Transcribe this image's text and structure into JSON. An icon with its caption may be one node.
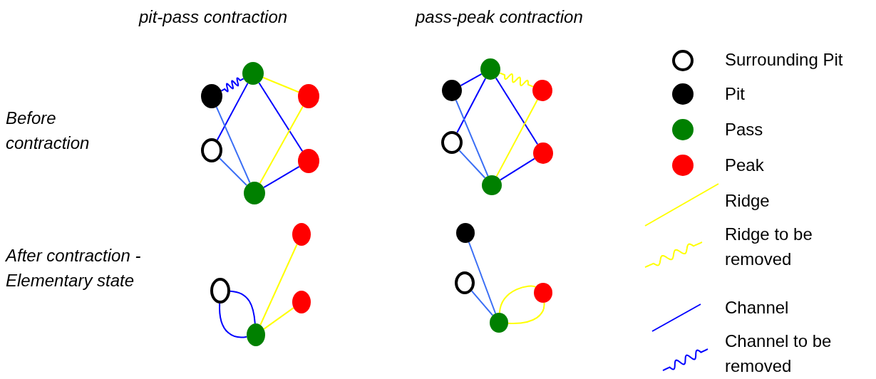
{
  "diagram": {
    "nodes": [
      {
        "text": [],
        "shape": "circle"
      },
      {
        "text": [],
        "shape": "circle"
      },
      {
        "text": [],
        "shape": "circle"
      },
      {
        "text": [],
        "shape": "circle"
      },
      {
        "text": [],
        "shape": "circle"
      },
      {
        "text": [],
        "shape": "circle"
      },
      {
        "text": [],
        "shape": "circle"
      },
      {
        "text": [],
        "shape": "circle"
      },
      {
        "text": [],
        "shape": "circle"
      },
      {
        "text": [],
        "shape": "circle"
      },
      {
        "text": [],
        "shape": "circle"
      },
      {
        "text": [],
        "shape": "circle"
      },
      {
        "text": [],
        "shape": "circle"
      },
      {
        "text": [],
        "shape": "circle"
      },
      {
        "text": [],
        "shape": "circle"
      },
      {
        "text": [],
        "shape": "circle"
      },
      {
        "text": [],
        "shape": "circle"
      },
      {
        "text": [],
        "shape": "circle"
      },
      {
        "text": [],
        "shape": "circle"
      },
      {
        "text": [],
        "shape": "circle"
      }
    ],
    "edges": [
      {
        "from": 1,
        "to": 0,
        "arrow": "none"
      },
      {
        "from": 0,
        "to": 2,
        "arrow": "none",
        "color": "#ffff00"
      },
      {
        "from": 0,
        "to": 3,
        "arrow": "none"
      },
      {
        "from": 0,
        "to": 4,
        "arrow": "none"
      },
      {
        "from": 1,
        "to": 5,
        "arrow": "none",
        "color": "#3a6ef5"
      },
      {
        "from": 3,
        "to": 5,
        "arrow": "none",
        "color": "#3a6ef5"
      },
      {
        "from": 2,
        "to": 5,
        "arrow": "none",
        "color": "#ffff00"
      },
      {
        "from": 4,
        "to": 5,
        "arrow": "none"
      },
      {
        "from": 7,
        "to": 6,
        "arrow": "none"
      },
      {
        "from": 6,
        "to": 8,
        "arrow": "none",
        "color": "#ffff00"
      },
      {
        "from": 6,
        "to": 9,
        "arrow": "none"
      },
      {
        "from": 6,
        "to": 10,
        "arrow": "none"
      },
      {
        "from": 7,
        "to": 11,
        "arrow": "none",
        "color": "#3a6ef5"
      },
      {
        "from": 9,
        "to": 11,
        "arrow": "none",
        "color": "#3a6ef5"
      },
      {
        "from": 8,
        "to": 11,
        "arrow": "none",
        "color": "#ffff00"
      },
      {
        "from": 10,
        "to": 11,
        "arrow": "none"
      },
      {
        "from": 13,
        "to": 15,
        "arrow": "none"
      },
      {
        "from": 13,
        "to": 15,
        "arrow": "none"
      },
      {
        "from": 15,
        "to": 12,
        "arrow": "none",
        "color": "#ffff00"
      },
      {
        "from": 15,
        "to": 14,
        "arrow": "none",
        "color": "#ffff00"
      },
      {
        "from": 16,
        "to": 19,
        "arrow": "none",
        "color": "#3a6ef5"
      },
      {
        "from": 17,
        "to": 19,
        "arrow": "none",
        "color": "#3a6ef5"
      },
      {
        "from": 19,
        "to": 18,
        "arrow": "none",
        "color": "#ffff00"
      },
      {
        "from": 19,
        "to": 18,
        "arrow": "none",
        "color": "#ffff00"
      }
    ],
    "labels": [
      "pit-pass contraction",
      "pass-peak contraction",
      "Before contraction",
      "After contraction - Elementary state"
    ],
    "legend": [
      {
        "text": "Surrounding Pit"
      },
      {
        "text": "Pit",
        "color": "#000000"
      },
      {
        "text": "Pass",
        "color": "#008000"
      },
      {
        "text": "Peak",
        "color": "#ff0000"
      },
      {
        "text": "Ridge"
      },
      {
        "text": "Ridge to be removed"
      },
      {
        "text": "Channel"
      },
      {
        "text": "Channel to be removed"
      }
    ]
  }
}
